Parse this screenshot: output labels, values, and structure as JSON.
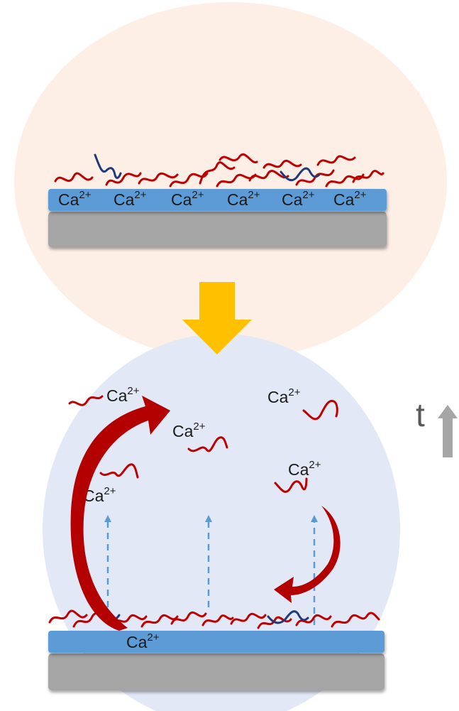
{
  "colors": {
    "top_bubble": "#fdeee6",
    "bottom_bubble": "#e3e8f6",
    "substrate": "#a5a5a5",
    "coating": "#5b9bd5",
    "polymer_red": "#c00000",
    "polymer_navy": "#1f3a7a",
    "down_arrow": "#ffc000",
    "release_arrow": "#b30000",
    "dashed_arrow": "#5b9bd5",
    "time_arrow": "#a6a6a6"
  },
  "ion": {
    "base": "Ca",
    "charge": "2+"
  },
  "time_label": "t"
}
